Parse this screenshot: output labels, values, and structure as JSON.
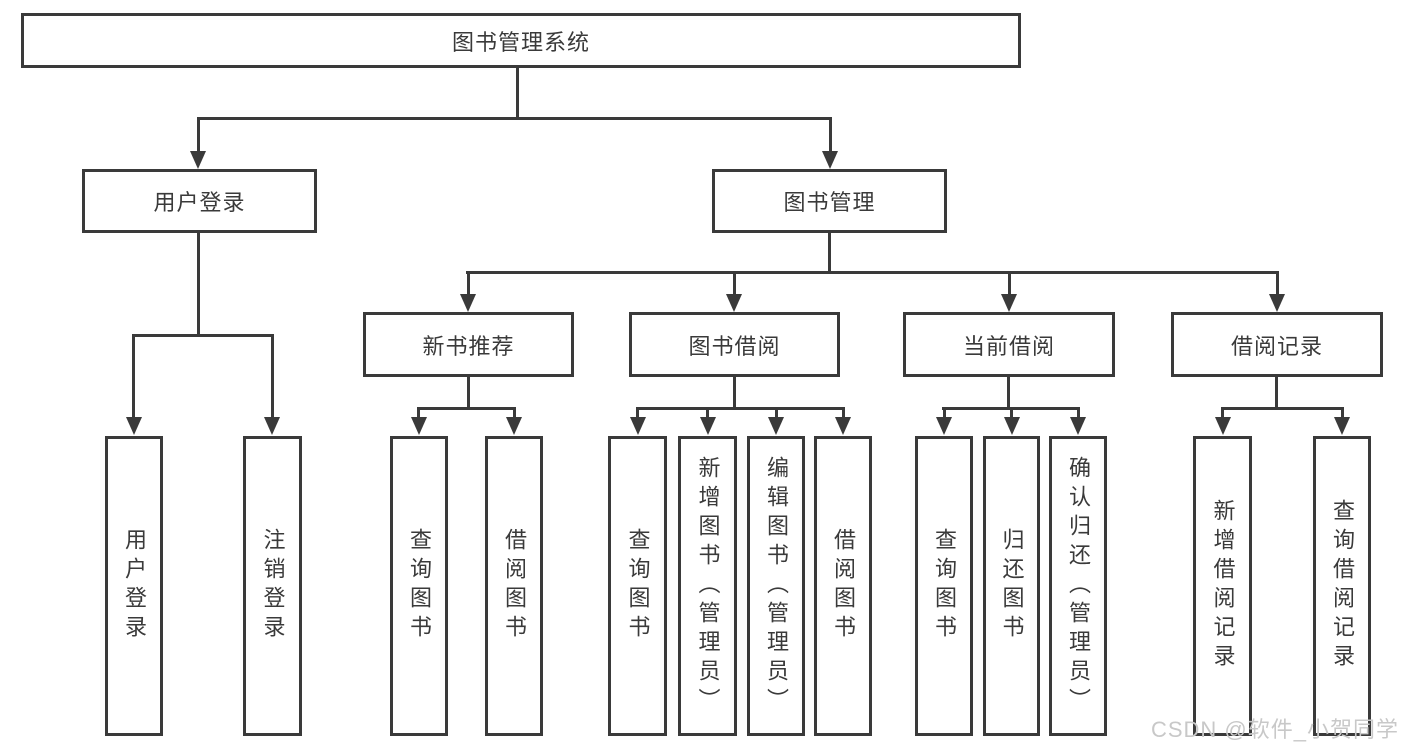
{
  "diagram_type": "hierarchy-tree",
  "nodes": {
    "root": "图书管理系统",
    "user_login": "用户登录",
    "book_management": "图书管理",
    "leaf_user_login": "用户登录",
    "leaf_logout": "注销登录",
    "new_book_rec": "新书推荐",
    "book_borrow": "图书借阅",
    "current_borrow": "当前借阅",
    "borrow_record": "借阅记录",
    "nbr_query": "查询图书",
    "nbr_borrow": "借阅图书",
    "bb_query": "查询图书",
    "bb_add": "新增图书（管理员）",
    "bb_edit": "编辑图书（管理员）",
    "bb_borrow": "借阅图书",
    "cb_query": "查询图书",
    "cb_return": "归还图书",
    "cb_confirm": "确认归还（管理员）",
    "br_add": "新增借阅记录",
    "br_query": "查询借阅记录"
  },
  "hierarchy": {
    "图书管理系统": {
      "用户登录": [
        "用户登录",
        "注销登录"
      ],
      "图书管理": {
        "新书推荐": [
          "查询图书",
          "借阅图书"
        ],
        "图书借阅": [
          "查询图书",
          "新增图书（管理员）",
          "编辑图书（管理员）",
          "借阅图书"
        ],
        "当前借阅": [
          "查询图书",
          "归还图书",
          "确认归还（管理员）"
        ],
        "借阅记录": [
          "新增借阅记录",
          "查询借阅记录"
        ]
      }
    }
  },
  "watermark": "CSDN @软件_小贺同学",
  "colors": {
    "line": "#3a3a3a",
    "text": "#3a3a3a",
    "box_fill": "#ffffff",
    "background": "#ffffff",
    "watermark": "#c8c8c8"
  }
}
